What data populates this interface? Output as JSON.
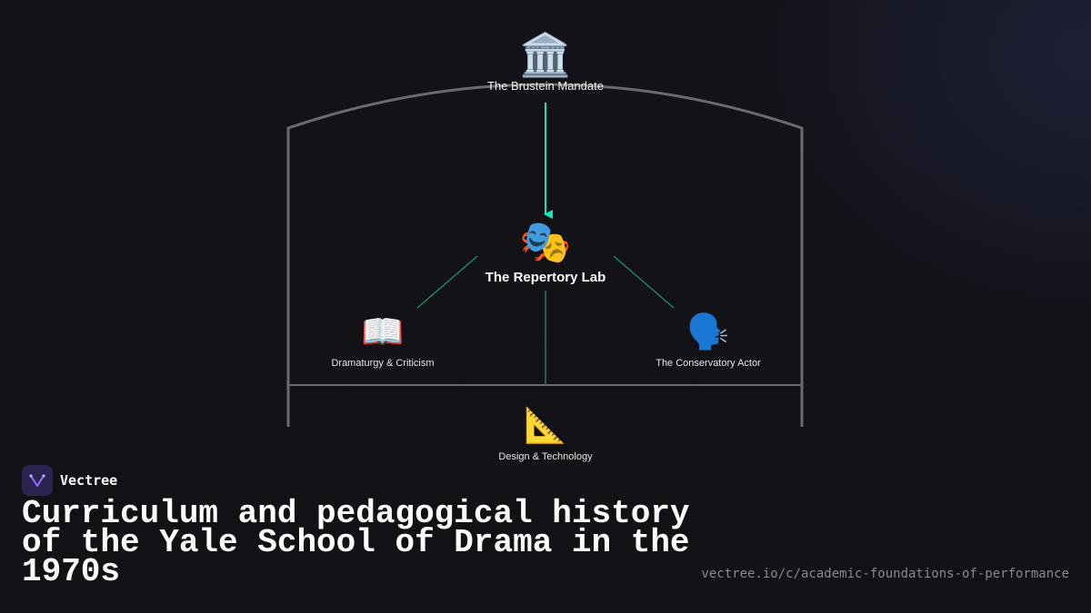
{
  "diagram": {
    "nodes": {
      "top": {
        "icon": "classical-building-icon",
        "glyph": "🏛️",
        "label": "The Brustein Mandate"
      },
      "center": {
        "icon": "performing-arts-masks-icon",
        "glyph": "🎭",
        "label": "The Repertory Lab"
      },
      "left": {
        "icon": "open-book-icon",
        "glyph": "📖",
        "label": "Dramaturgy & Criticism"
      },
      "right": {
        "icon": "speaking-head-icon",
        "glyph": "🗣️",
        "label": "The Conservatory Actor"
      },
      "bottom": {
        "icon": "triangular-ruler-icon",
        "glyph": "📐",
        "label": "Design & Technology"
      }
    },
    "colors": {
      "frame": "#6b6b6e",
      "accent_arrow": "#19e6b3",
      "connector": "#17b38c"
    }
  },
  "brand": {
    "name": "Vectree",
    "logo_color": "#2a2550",
    "logo_accent": "#9a6bff"
  },
  "title": "Curriculum and pedagogical history of the Yale School of Drama in the 1970s",
  "url": "vectree.io/c/academic-foundations-of-performance"
}
